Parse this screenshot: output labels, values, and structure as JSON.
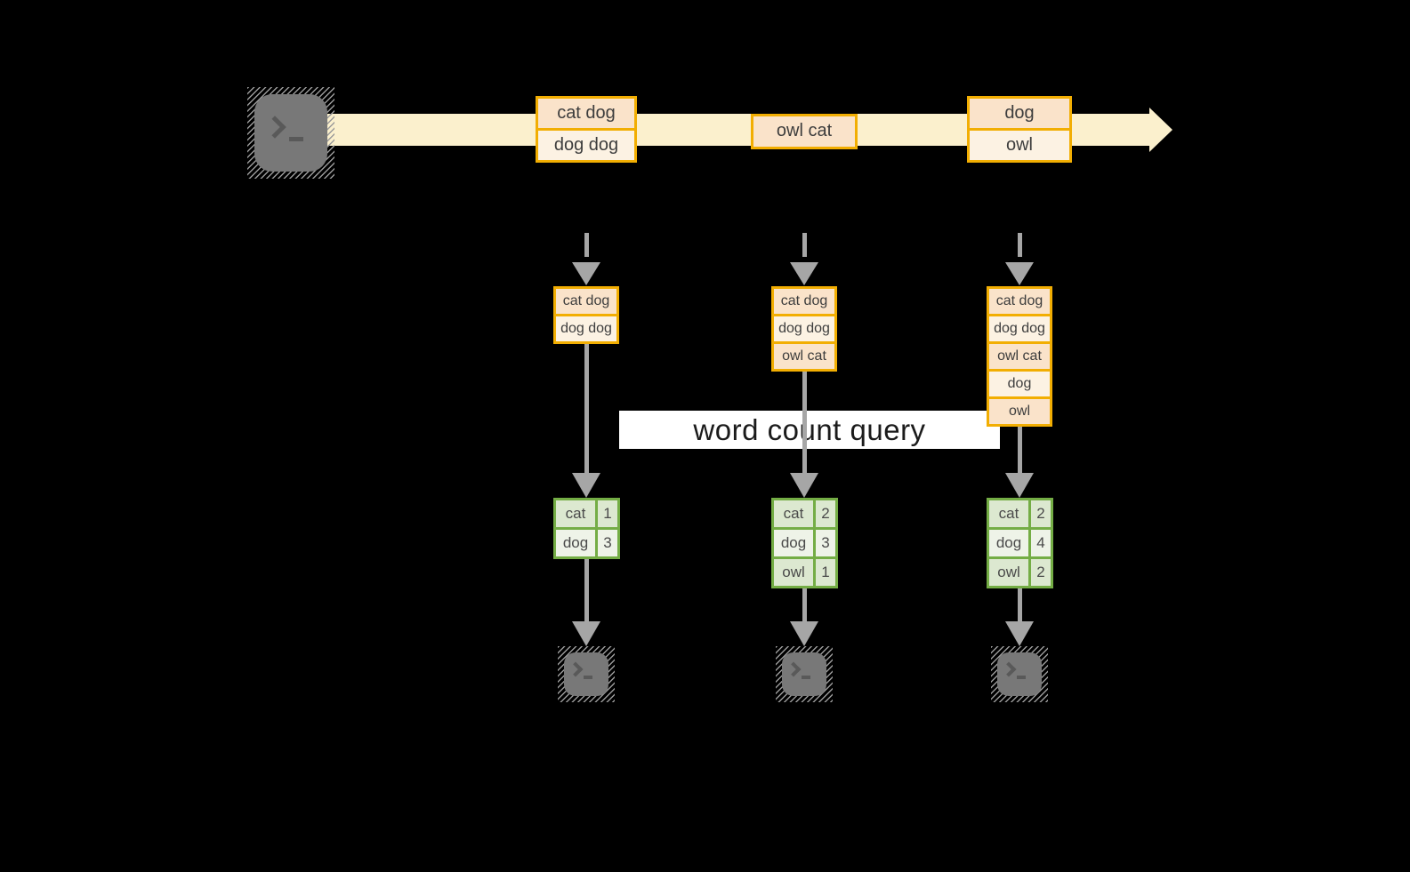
{
  "banner": {
    "label": "word count query"
  },
  "columns": [
    {
      "stream_event": [
        "cat dog",
        "dog dog"
      ],
      "buffer": [
        "cat dog",
        "dog dog"
      ],
      "counts": [
        {
          "word": "cat",
          "count": "1"
        },
        {
          "word": "dog",
          "count": "3"
        }
      ]
    },
    {
      "stream_event": [
        "owl cat"
      ],
      "buffer": [
        "cat dog",
        "dog dog",
        "owl cat"
      ],
      "counts": [
        {
          "word": "cat",
          "count": "2"
        },
        {
          "word": "dog",
          "count": "3"
        },
        {
          "word": "owl",
          "count": "1"
        }
      ]
    },
    {
      "stream_event": [
        "dog",
        "owl"
      ],
      "buffer": [
        "cat dog",
        "dog dog",
        "owl cat",
        "dog",
        "owl"
      ],
      "counts": [
        {
          "word": "cat",
          "count": "2"
        },
        {
          "word": "dog",
          "count": "4"
        },
        {
          "word": "owl",
          "count": "2"
        }
      ]
    }
  ],
  "icons": {
    "source": "terminal-prompt-icon",
    "outputs": [
      "terminal-prompt-icon",
      "terminal-prompt-icon",
      "terminal-prompt-icon"
    ]
  },
  "colors": {
    "background": "#000000",
    "stream_band": "#FBF0CD",
    "event_border": "#F2AE02",
    "event_fill_dark": "#FAE3CA",
    "event_fill_light": "#FCF2E3",
    "arrow_gray": "#A6A6A6",
    "table_border": "#74AD45",
    "table_fill_dark": "#DCE8D0",
    "table_fill_light": "#EEF3E8",
    "banner_bg": "#FFFFFF",
    "terminal_gray": "#787878"
  }
}
